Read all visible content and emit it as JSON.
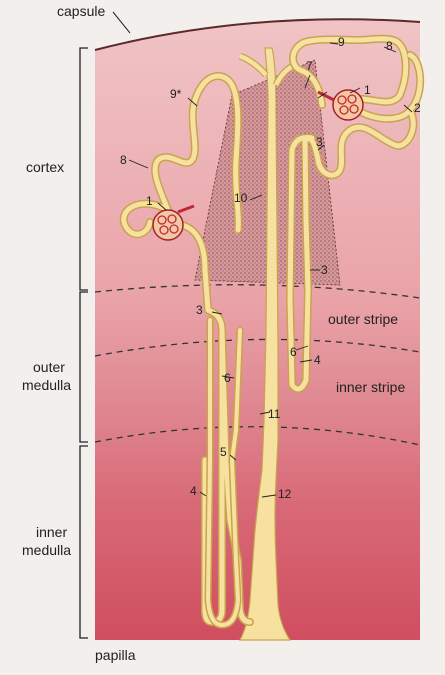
{
  "labels": {
    "capsule": "capsule",
    "cortex": "cortex",
    "outer_medulla_1": "outer",
    "outer_medulla_2": "medulla",
    "inner_medulla_1": "inner",
    "inner_medulla_2": "medulla",
    "outer_stripe": "outer stripe",
    "inner_stripe": "inner stripe",
    "papilla": "papilla"
  },
  "numbers": {
    "n1a": "1",
    "n1b": "1",
    "n2": "2",
    "n3a": "3",
    "n3b": "3",
    "n3c": "3",
    "n4a": "4",
    "n4b": "4",
    "n5": "5",
    "n6a": "6",
    "n6b": "6",
    "n7": "7",
    "n8a": "8",
    "n8b": "8",
    "n9": "9",
    "n9s": "9*",
    "n10": "10",
    "n11": "11",
    "n12": "12"
  },
  "colors": {
    "cortex": "#e8a9ae",
    "outer_stripe": "#e0888f",
    "inner_stripe": "#d86f7a",
    "inner_medulla": "#d45b68",
    "tubule": "#f6e1a0",
    "tubule_edge": "#c9a34d",
    "medullary_ray": "#d9a0a3",
    "glomerulus": "#c0283a"
  }
}
